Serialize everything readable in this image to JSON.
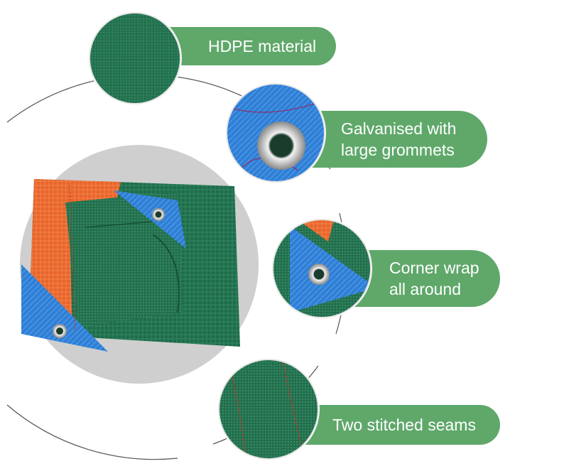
{
  "features": [
    {
      "id": "hdpe",
      "label": "HDPE material"
    },
    {
      "id": "grommets",
      "label_line1": "Galvanised with",
      "label_line2": "large grommets"
    },
    {
      "id": "corner",
      "label_line1": "Corner wrap",
      "label_line2": "all around"
    },
    {
      "id": "seams",
      "label": "Two stitched seams"
    }
  ],
  "colors": {
    "pill_green": "#5fa86a",
    "net_green": "#1f6b4a",
    "corner_blue": "#2f7fd6",
    "edge_orange": "#e8652a",
    "backdrop_gray": "#cfcfcf",
    "arc_line": "#555555"
  }
}
